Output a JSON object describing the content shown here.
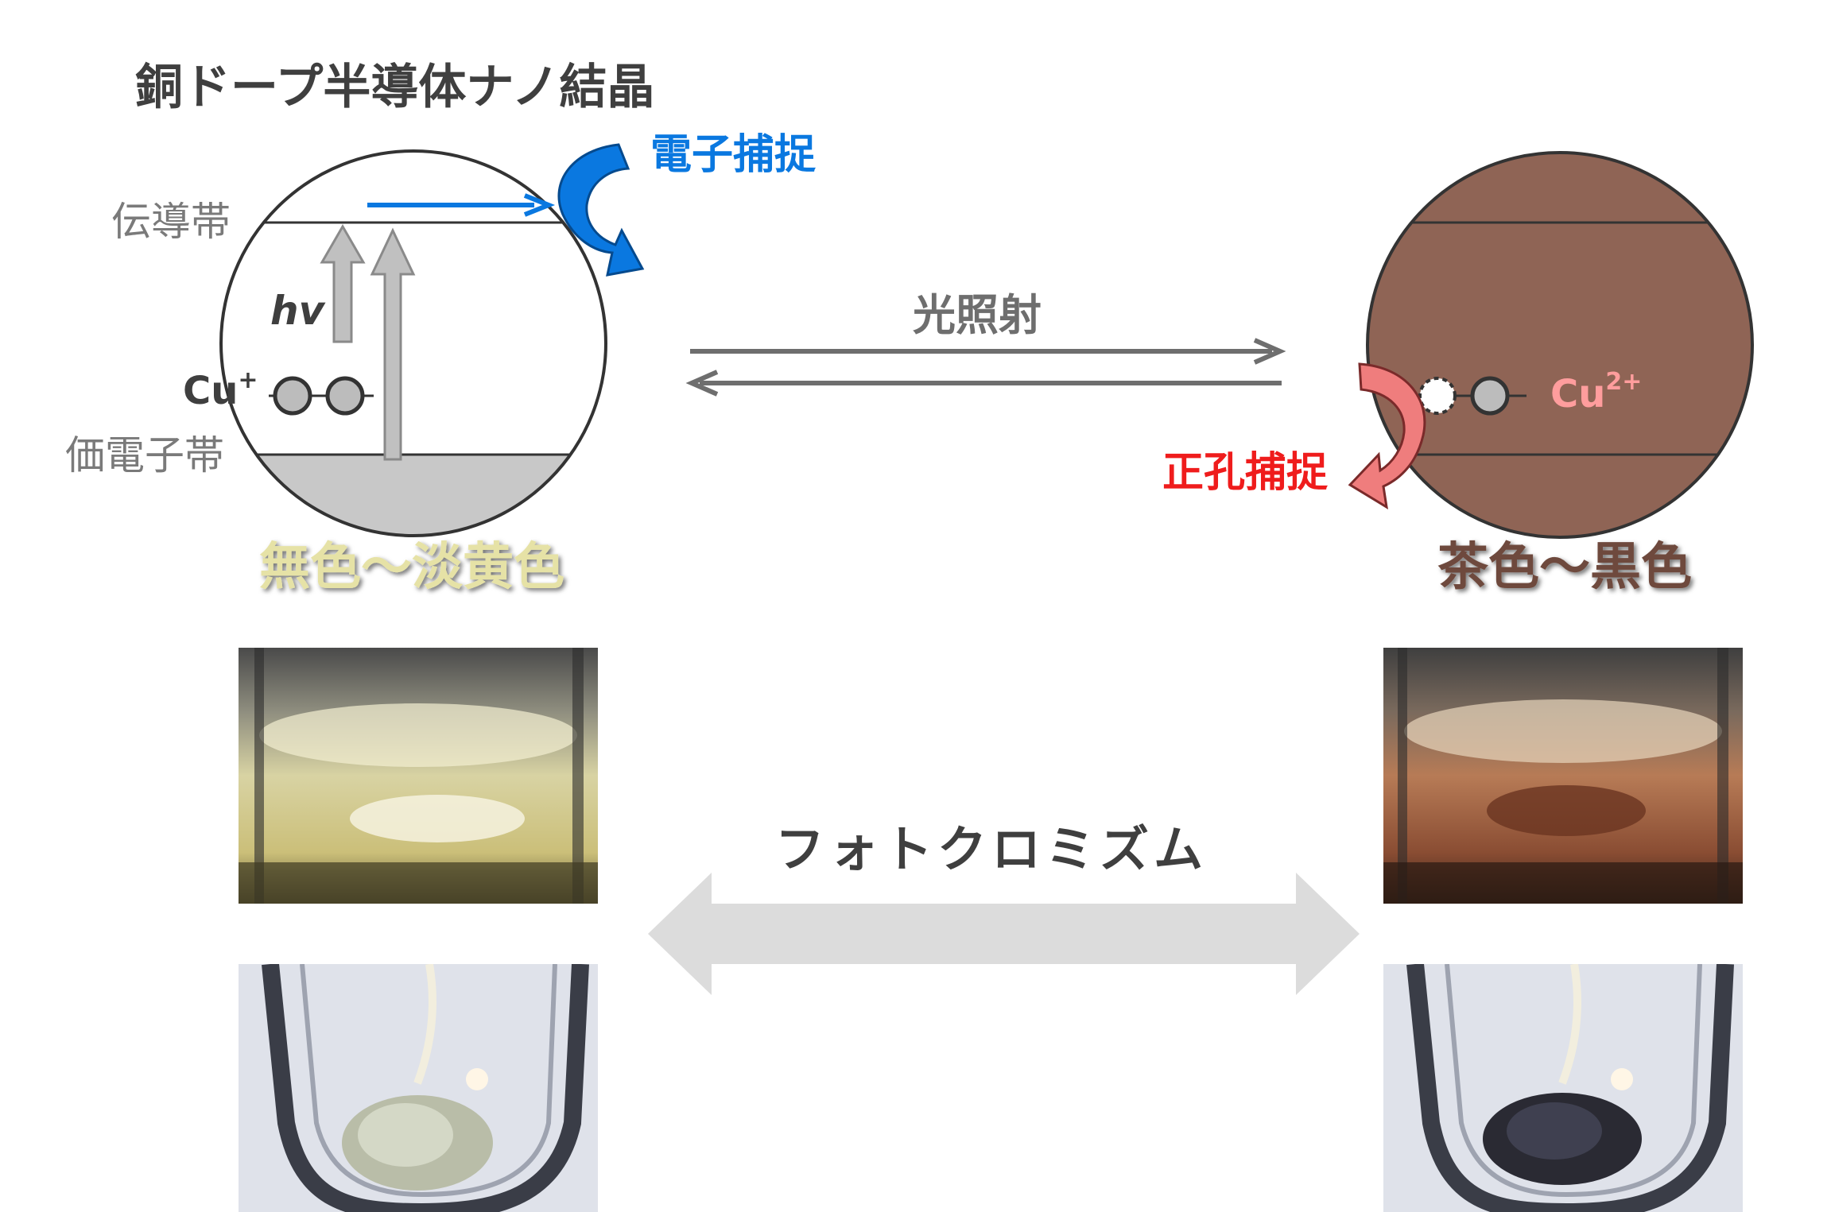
{
  "title": "銅ドープ半導体ナノ結晶",
  "left_diagram": {
    "conduction_band": "伝導帯",
    "valence_band": "価電子帯",
    "hv": "hv",
    "cu_plus": "Cu",
    "cu_plus_sup": "+",
    "electron_capture": "電子捕捉",
    "color_label": "無色〜淡黄色"
  },
  "right_diagram": {
    "cu_2plus": "Cu",
    "cu_2plus_sup": "2+",
    "hole_capture": "正孔捕捉",
    "color_label": "茶色〜黒色"
  },
  "center": {
    "irradiation_label": "光照射",
    "photochromism_label": "フォトクロミズム"
  },
  "colors": {
    "blue": "#0a78e0",
    "red": "#ef1c1c",
    "brown_circle": "#8f6455",
    "gray_text": "#7a7a7a",
    "dark_text": "#3f3f3f",
    "pale_yellow_label": "#e6e2a6",
    "brown_label": "#6e4a3d"
  }
}
